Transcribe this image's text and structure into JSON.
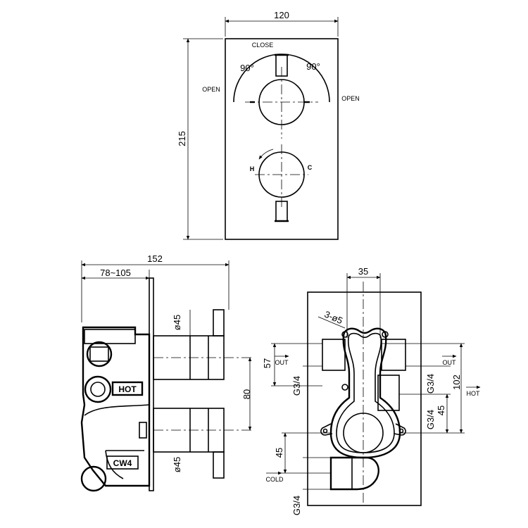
{
  "front_view": {
    "width_dim": "120",
    "height_dim": "215",
    "close_label": "CLOSE",
    "left_angle": "90°",
    "right_angle": "90°",
    "open_left": "OPEN",
    "open_right": "OPEN",
    "hot_mark": "H",
    "cold_mark": "C"
  },
  "side_view": {
    "total_depth": "152",
    "depth_range": "78~105",
    "upper_dia": "ø45",
    "lower_dia": "ø45",
    "spindle_spacing": "80",
    "hot_stamp": "HOT",
    "cold_stamp": "CW4"
  },
  "rear_view": {
    "top_width": "35",
    "holes": "3-ø5",
    "dim_57": "57",
    "out_left": "OUT",
    "out_right": "OUT",
    "thread_left": "G3/4",
    "thread_right_1": "G3/4",
    "thread_right_2": "G3/4",
    "dim_45_right": "45",
    "dim_102": "102",
    "hot_label": "HOT",
    "dim_45_left": "45",
    "cold_label": "COLD",
    "thread_bottom": "G3/4"
  }
}
